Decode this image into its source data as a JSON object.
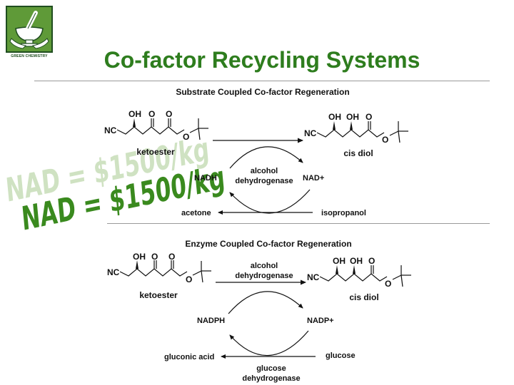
{
  "slide": {
    "title": "Co-factor Recycling Systems",
    "logo_text": "GREEN CHEMISTRY",
    "watermark": "NAD = $1500/kg"
  },
  "scheme1": {
    "heading": "Substrate Coupled Co-factor Regeneration",
    "substrate_name": "ketoester",
    "product_name": "cis diol",
    "enzyme_line1": "alcohol",
    "enzyme_line2": "dehydrogenase",
    "cofactor_reduced": "NADH",
    "cofactor_oxidized": "NAD+",
    "cosubstrate": "isopropanol",
    "coproduct": "acetone"
  },
  "scheme2": {
    "heading": "Enzyme Coupled Co-factor Regeneration",
    "substrate_name": "ketoester",
    "product_name": "cis diol",
    "enzyme_line1": "alcohol",
    "enzyme_line2": "dehydrogenase",
    "cofactor_reduced": "NADPH",
    "cofactor_oxidized": "NADP+",
    "cosubstrate": "glucose",
    "coproduct": "gluconic acid",
    "recycle_enzyme_line1": "glucose",
    "recycle_enzyme_line2": "dehydrogenase"
  },
  "structure_labels": {
    "nitrile": "NC",
    "hydroxyl": "OH",
    "carbonyl_o": "O",
    "ester_o": "O"
  }
}
